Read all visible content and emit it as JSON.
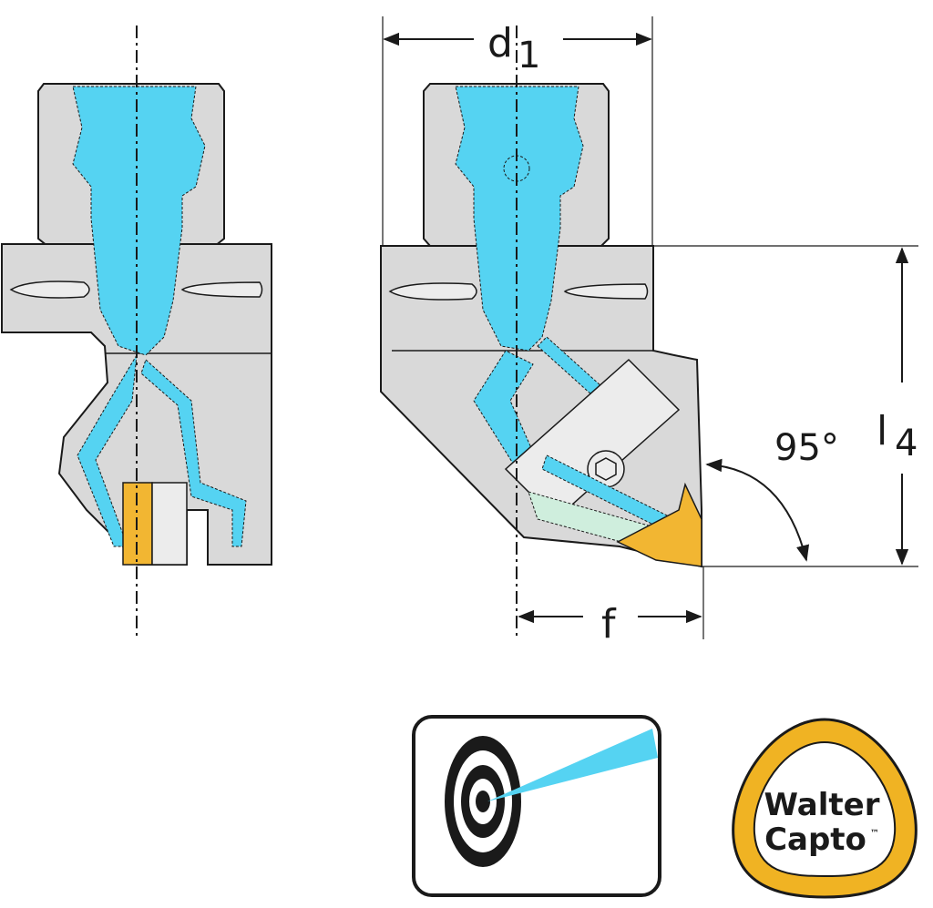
{
  "dimensions": {
    "d1": {
      "main": "d",
      "sub": "1"
    },
    "l4": {
      "main": "l",
      "sub": "4"
    },
    "angle": "95°",
    "f": "f"
  },
  "logo": {
    "line1": "Walter",
    "line2": "Capto",
    "mark": "™"
  },
  "colors": {
    "body": "#d9d9d9",
    "coolant": "#55d3f2",
    "insert": "#f2b632",
    "logo_ring": "#f0b323",
    "outline": "#1a1a1a"
  }
}
